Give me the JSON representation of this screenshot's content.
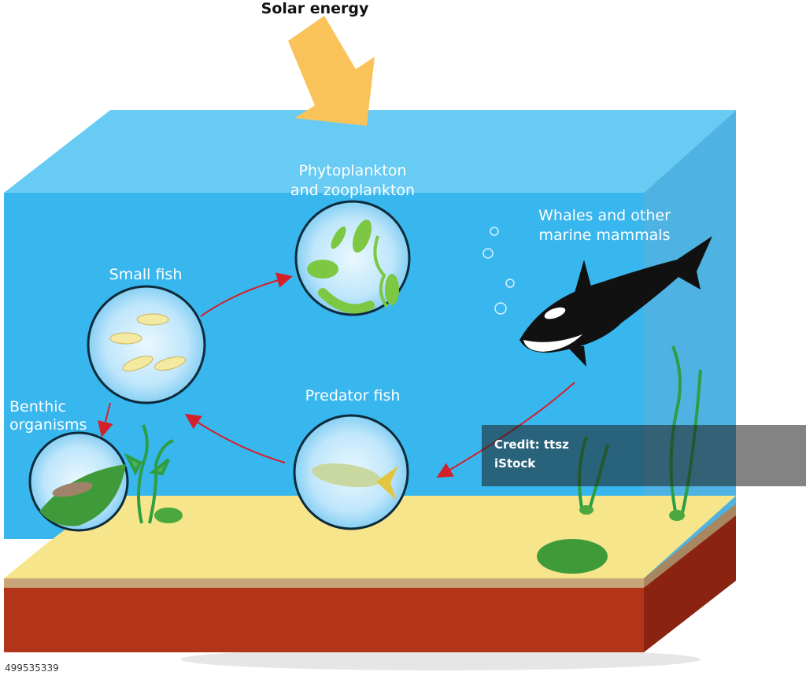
{
  "title": "Solar energy",
  "labels": {
    "plankton_line1": "Phytoplankton",
    "plankton_line2": "and zooplankton",
    "whales_line1": "Whales and other",
    "whales_line2": "marine mammals",
    "small_fish": "Small fish",
    "benthic_line1": "Benthic",
    "benthic_line2": "organisms",
    "predator_fish": "Predator fish"
  },
  "watermark": {
    "line1": "Credit: ttsz",
    "line2": "iStock"
  },
  "stock_id": "499535339",
  "colors": {
    "water": "#38b6ee",
    "water_top": "#5fc8f3",
    "sand": "#f6e58a",
    "soil": "#b23419",
    "arrow_sun": "#f9c35a",
    "food_arrow": "#d4202a"
  }
}
